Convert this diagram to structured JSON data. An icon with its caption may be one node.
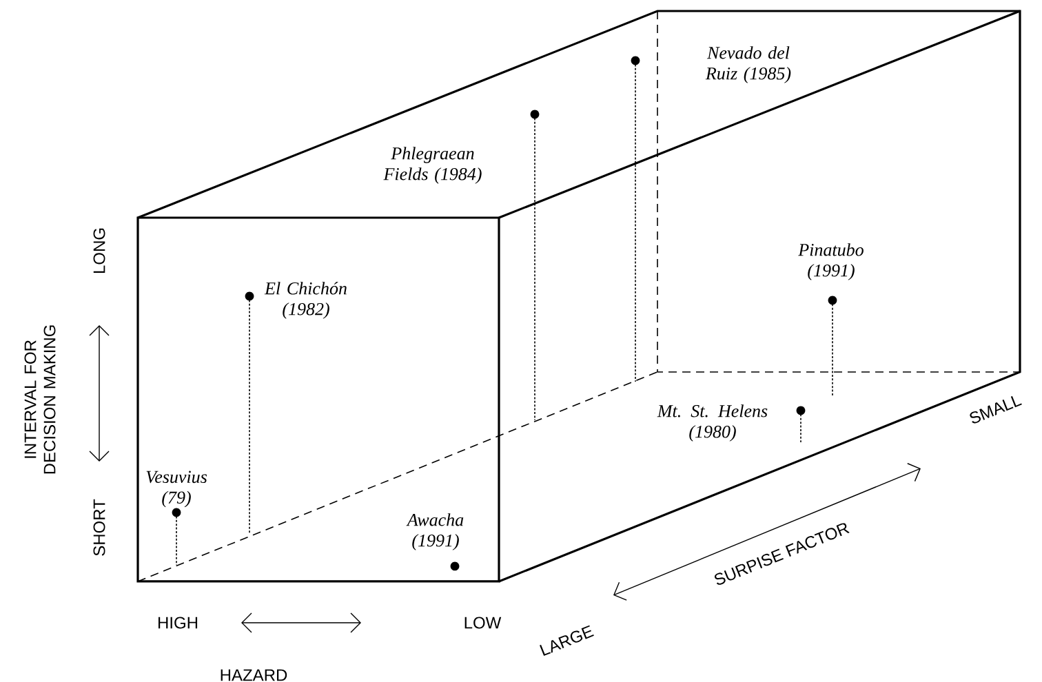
{
  "diagram": {
    "labels": [
      "Nevado del Ruiz (1985)",
      "Phlegraean Fields (1984)",
      "El Chichón (1982)",
      "LONG",
      "INTERVAL FOR DECISION MAKING",
      "Pinatubo (1991)",
      "Vesuvius (79)",
      "Mt. St. Helens (1980)",
      "SMALL",
      "SHORT",
      "Awacha (1991)",
      "SURPISE FACTOR",
      "LARGE",
      "HIGH",
      "LOW",
      "HAZARD"
    ]
  }
}
